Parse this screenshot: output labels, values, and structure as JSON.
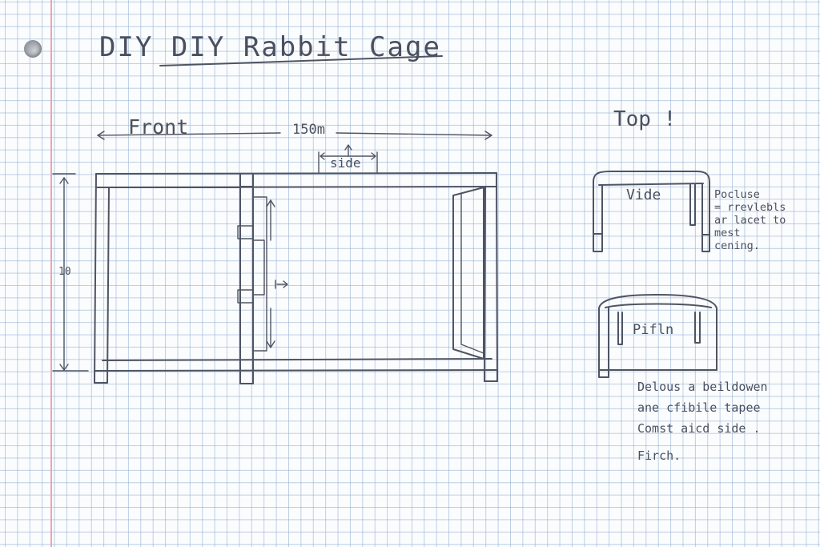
{
  "title": "DIY DIY Rabbit Cage",
  "front_view": {
    "front_label": "Front",
    "width_dimension": "150m",
    "side_label": "side",
    "height_dimension": "10"
  },
  "top_view": {
    "heading": "Top !",
    "upper_label": "Vide",
    "lower_label": "Pifln",
    "side_note": [
      "Pocluse",
      "= rrevlebls",
      "ar lacet to",
      "mest",
      "cening."
    ],
    "bottom_note": [
      "Delous a beildowen",
      "ane cfibile tapee",
      "Comst aicd side ."
    ],
    "finish": "Firch."
  }
}
